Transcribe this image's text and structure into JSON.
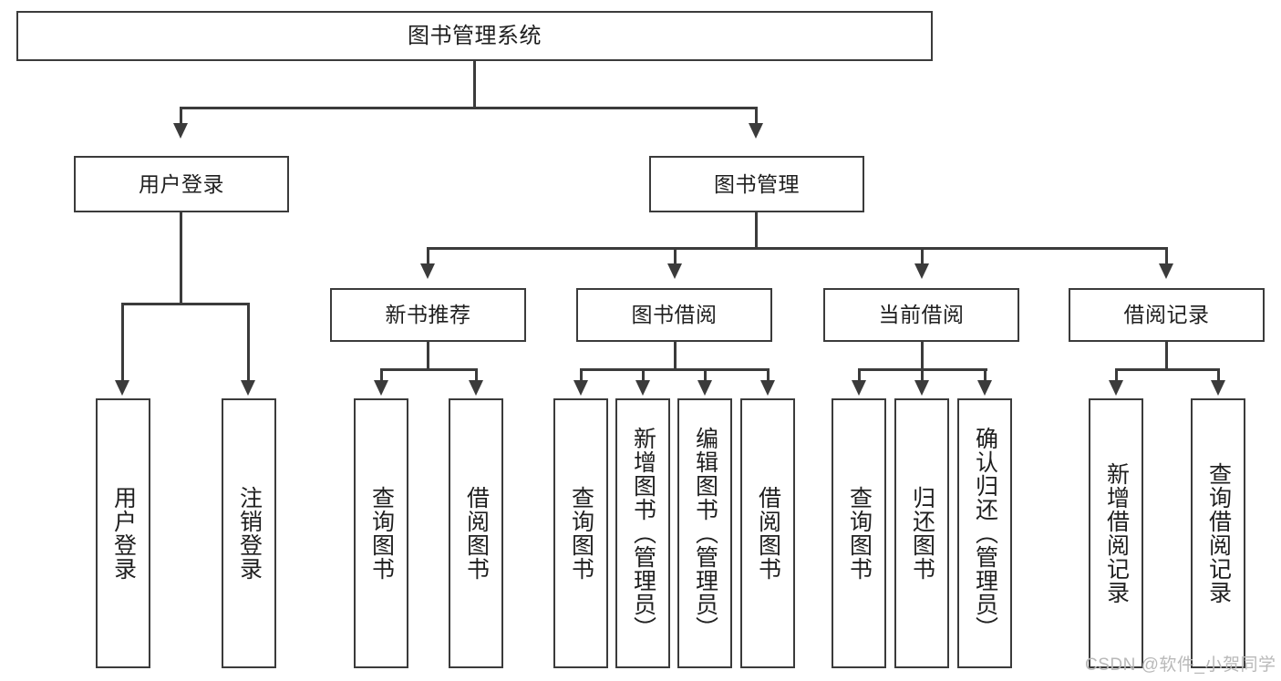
{
  "diagram": {
    "title": "图书管理系统",
    "type": "tree-hierarchy",
    "root": {
      "label": "图书管理系统"
    },
    "level1": [
      {
        "label": "用户登录"
      },
      {
        "label": "图书管理"
      }
    ],
    "level2": [
      {
        "label": "新书推荐"
      },
      {
        "label": "图书借阅"
      },
      {
        "label": "当前借阅"
      },
      {
        "label": "借阅记录"
      }
    ],
    "leaves": {
      "user_login": [
        {
          "label": "用户登录"
        },
        {
          "label": "注销登录"
        }
      ],
      "new_book_recommend": [
        {
          "label": "查询图书"
        },
        {
          "label": "借阅图书"
        }
      ],
      "book_borrow": [
        {
          "label": "查询图书"
        },
        {
          "label": "新增图书（管理员）"
        },
        {
          "label": "编辑图书（管理员）"
        },
        {
          "label": "借阅图书"
        }
      ],
      "current_borrow": [
        {
          "label": "查询图书"
        },
        {
          "label": "归还图书"
        },
        {
          "label": "确认归还（管理员）"
        }
      ],
      "borrow_record": [
        {
          "label": "新增借阅记录"
        },
        {
          "label": "查询借阅记录"
        }
      ]
    }
  },
  "watermark": {
    "text": "CSDN @软件_小贺同学"
  },
  "colors": {
    "stroke": "#3b3b3b",
    "text": "#1f1f1f",
    "background": "#ffffff",
    "watermark": "#b9b9b9"
  }
}
